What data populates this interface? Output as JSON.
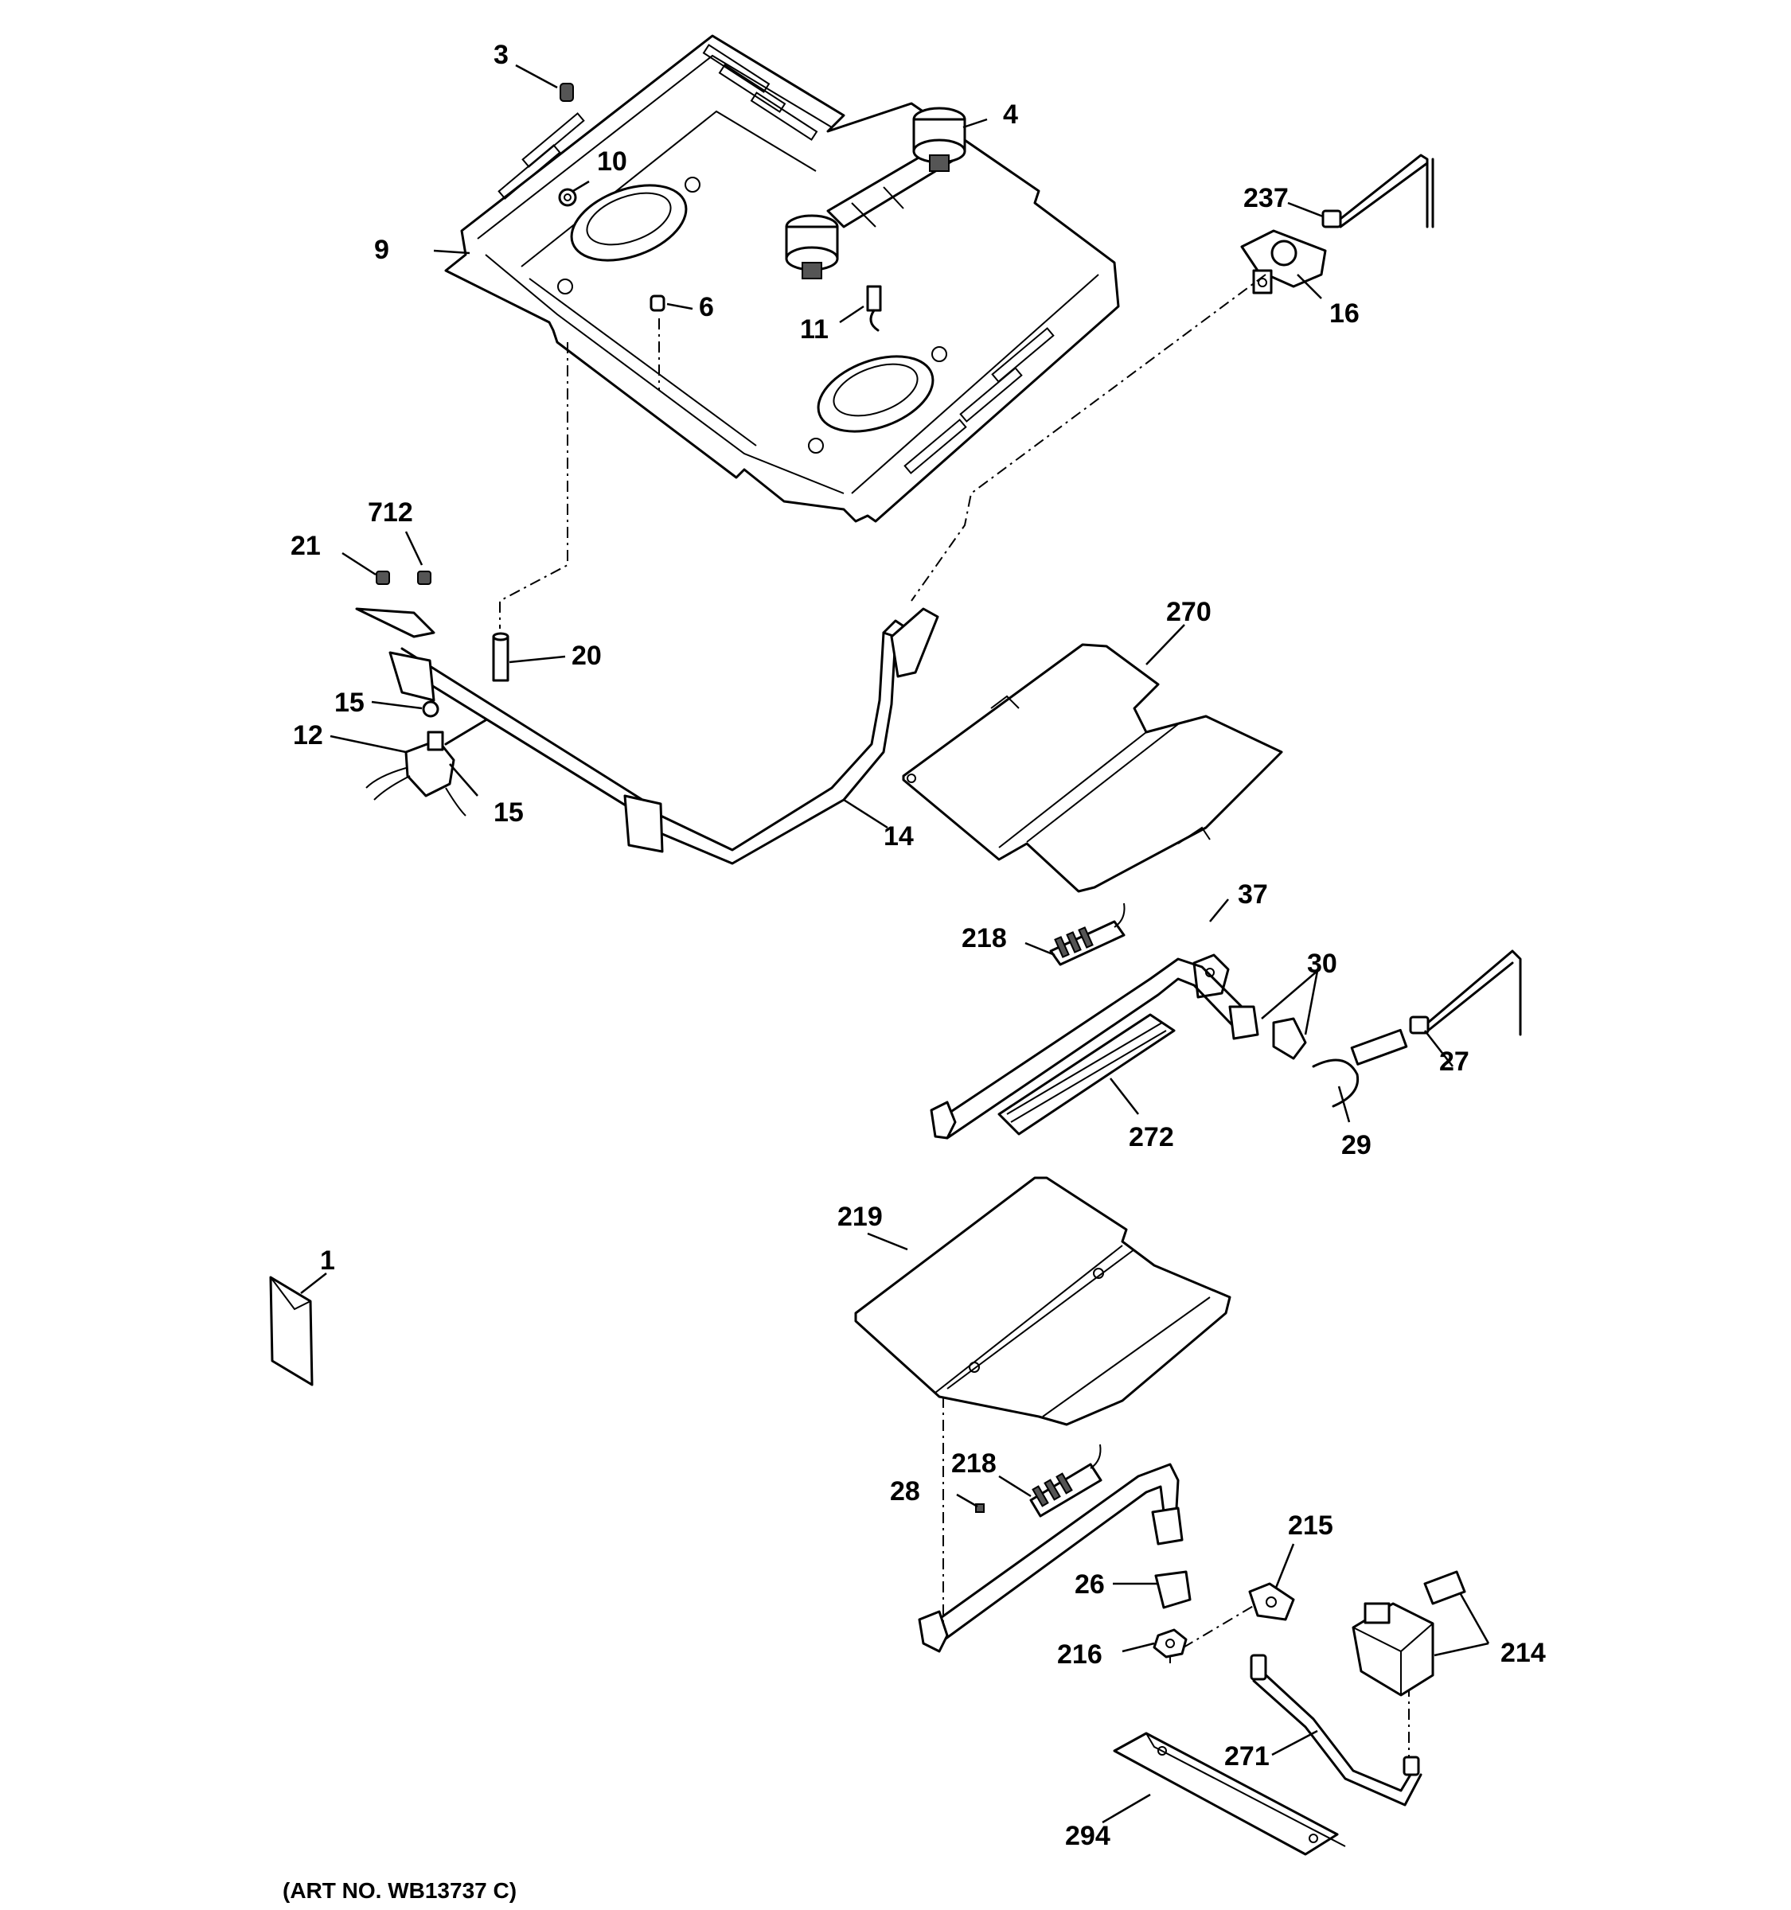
{
  "callouts": {
    "c3": "3",
    "c10": "10",
    "c4": "4",
    "c9": "9",
    "c6": "6",
    "c11": "11",
    "c237": "237",
    "c16": "16",
    "c712": "712",
    "c21": "21",
    "c20": "20",
    "c15a": "15",
    "c12": "12",
    "c15b": "15",
    "c14": "14",
    "c270": "270",
    "c37": "37",
    "c218a": "218",
    "c30": "30",
    "c27": "27",
    "c272": "272",
    "c29": "29",
    "c219": "219",
    "c1": "1",
    "c218b": "218",
    "c28": "28",
    "c215": "215",
    "c26": "26",
    "c216": "216",
    "c214": "214",
    "c271": "271",
    "c294": "294"
  },
  "art_number": "(ART NO. WB13737 C)"
}
